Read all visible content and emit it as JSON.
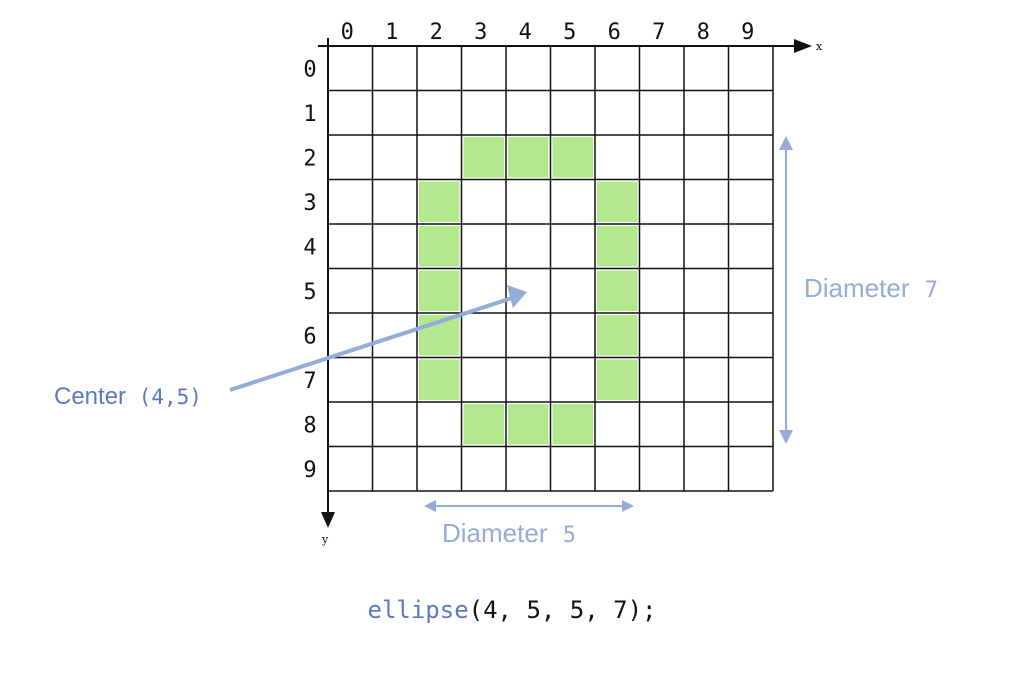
{
  "grid": {
    "columns": 10,
    "rows": 10,
    "x_ticks": [
      "0",
      "1",
      "2",
      "3",
      "4",
      "5",
      "6",
      "7",
      "8",
      "9"
    ],
    "y_ticks": [
      "0",
      "1",
      "2",
      "3",
      "4",
      "5",
      "6",
      "7",
      "8",
      "9"
    ],
    "x_axis_label": "x",
    "y_axis_label": "y",
    "filled_cells": [
      [
        3,
        2
      ],
      [
        4,
        2
      ],
      [
        5,
        2
      ],
      [
        2,
        3
      ],
      [
        6,
        3
      ],
      [
        2,
        4
      ],
      [
        6,
        4
      ],
      [
        2,
        5
      ],
      [
        6,
        5
      ],
      [
        2,
        6
      ],
      [
        6,
        6
      ],
      [
        2,
        7
      ],
      [
        6,
        7
      ],
      [
        3,
        8
      ],
      [
        4,
        8
      ],
      [
        5,
        8
      ]
    ]
  },
  "center_annotation": {
    "label": "Center",
    "coords": "(4,5)",
    "x": 4,
    "y": 5
  },
  "vertical_diameter": {
    "label": "Diameter",
    "value": "7"
  },
  "horizontal_diameter": {
    "label": "Diameter",
    "value": "5"
  },
  "code": {
    "function": "ellipse",
    "args": "(4, 5, 5, 7);"
  },
  "colors": {
    "fill": "#b3e88f",
    "grid": "#111111",
    "annotation": "#5a7bbf",
    "annotation_light": "#93acd8"
  }
}
